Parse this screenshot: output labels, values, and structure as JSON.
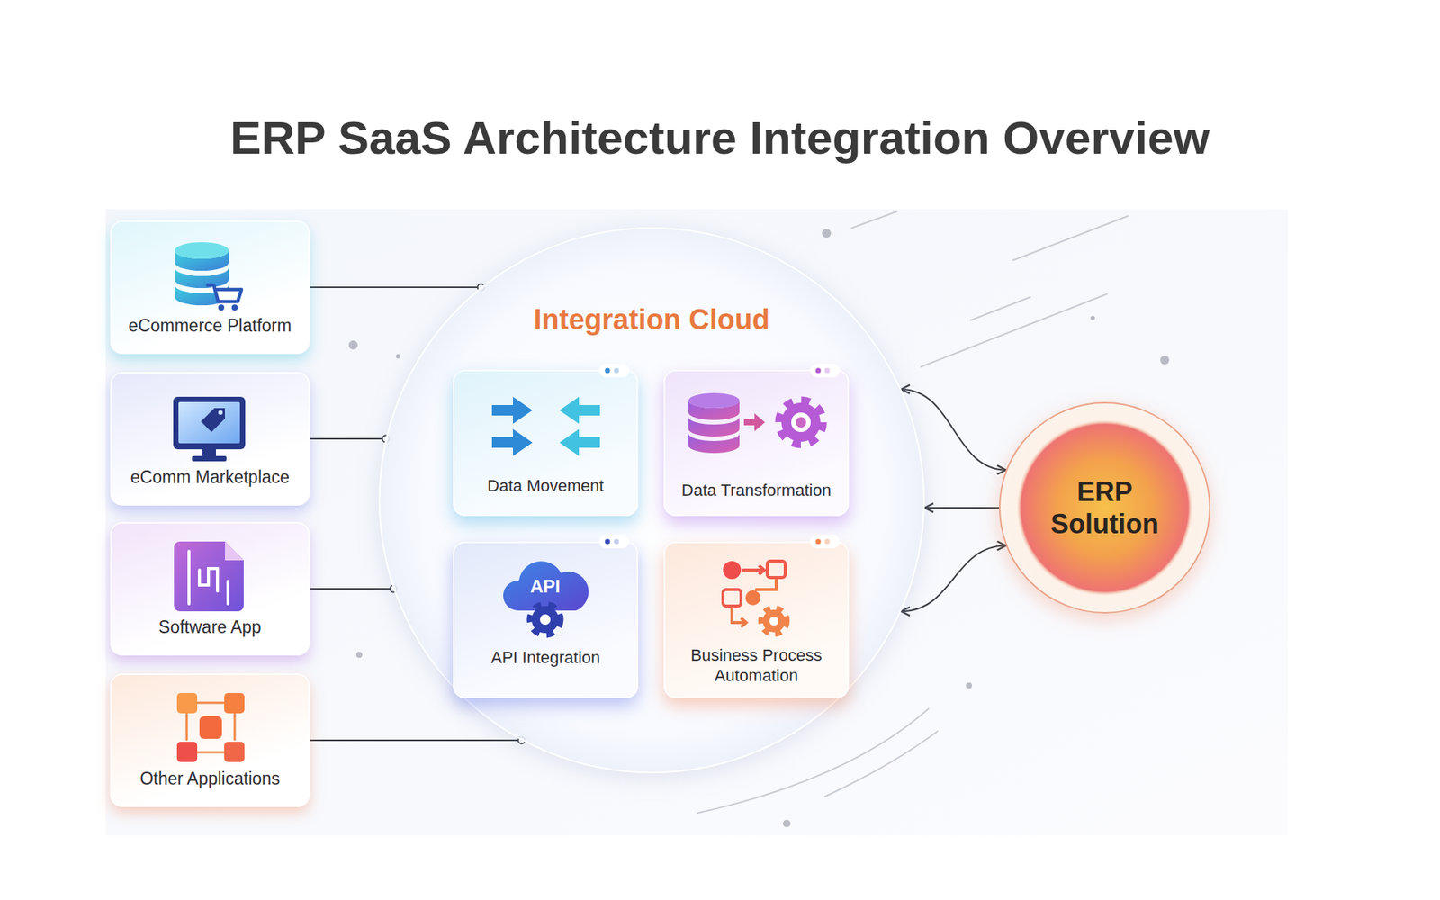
{
  "diagram": {
    "title": "ERP SaaS Architecture Integration Overview",
    "nodes": [
      {
        "text": [
          "eCommerce Platform"
        ]
      },
      {
        "text": [
          "eComm Marketplace"
        ]
      },
      {
        "text": [
          "Software App"
        ]
      },
      {
        "text": [
          "Other Applications"
        ]
      },
      {
        "text": [
          "Integration Cloud"
        ]
      },
      {
        "text": [
          "Data Movement"
        ],
        "in": 4
      },
      {
        "text": [
          "Data Transformation"
        ],
        "in": 4
      },
      {
        "text": [
          "API Integration"
        ],
        "in": 4
      },
      {
        "text": [
          "Business Process Automation"
        ],
        "in": 4
      },
      {
        "text": [
          "ERP Solution"
        ]
      }
    ],
    "edges": [
      {
        "from": 0,
        "to": 4,
        "arrow": "none"
      },
      {
        "from": 1,
        "to": 4,
        "arrow": "none"
      },
      {
        "from": 2,
        "to": 4,
        "arrow": "none"
      },
      {
        "from": 3,
        "to": 4,
        "arrow": "none"
      },
      {
        "from": 4,
        "to": 9,
        "arrow": "both"
      },
      {
        "from": 9,
        "to": 4,
        "arrow": "to"
      },
      {
        "from": 4,
        "to": 9,
        "arrow": "both"
      }
    ],
    "labels": [
      "API"
    ]
  }
}
